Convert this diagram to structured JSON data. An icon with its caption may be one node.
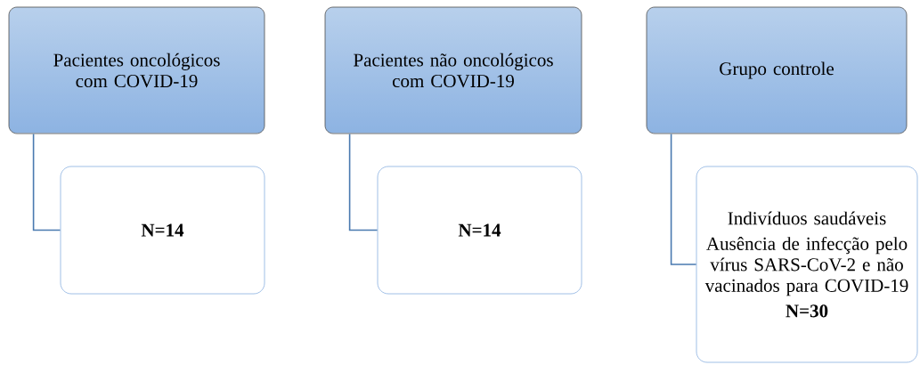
{
  "diagram": {
    "nodes": [
      {
        "text": [
          "Pacientes oncológicos com COVID-19"
        ]
      },
      {
        "text": [
          "**N=14**"
        ]
      },
      {
        "text": [
          "Pacientes não oncológicos com COVID-19"
        ]
      },
      {
        "text": [
          "**N=14**"
        ]
      },
      {
        "text": [
          "Grupo controle"
        ]
      },
      {
        "text": [
          "Indivíduos saudáveis",
          "Ausência de infecção pelo vírus SARS-CoV-2 e não vacinados para COVID-19",
          "**N=30**"
        ]
      }
    ],
    "edges": [
      {
        "from": 0,
        "to": 1,
        "arrow": "none"
      },
      {
        "from": 2,
        "to": 3,
        "arrow": "none"
      },
      {
        "from": 4,
        "to": 5,
        "arrow": "none"
      }
    ]
  }
}
